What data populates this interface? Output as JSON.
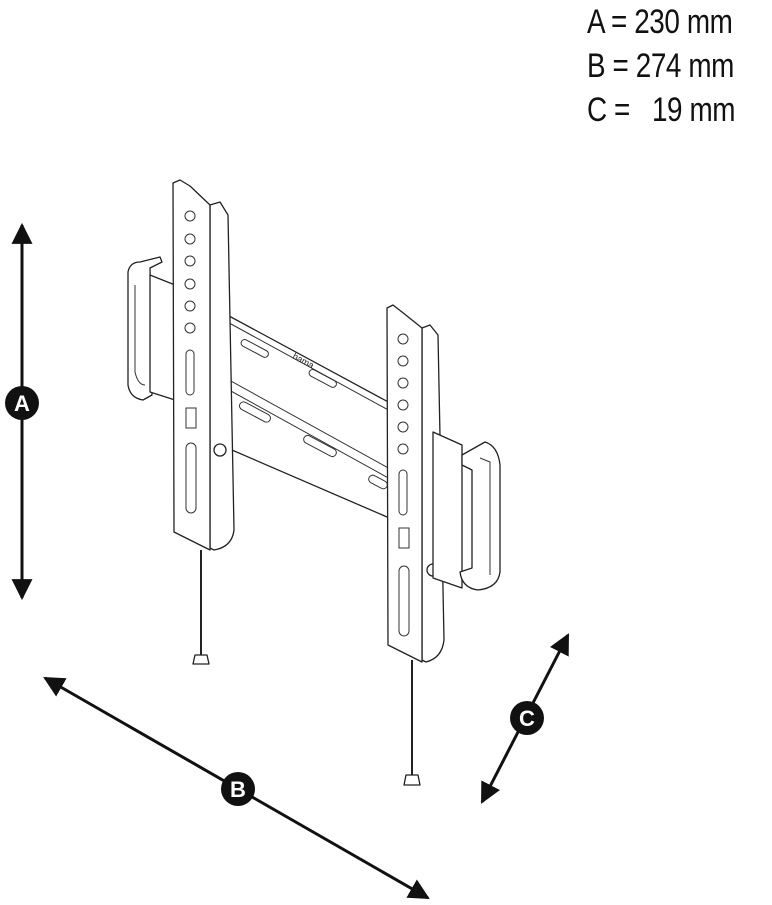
{
  "dimensions": [
    {
      "label": "A",
      "text": "A = 230 mm"
    },
    {
      "label": "B",
      "text": "B = 274 mm"
    },
    {
      "label": "C",
      "text": "C =   19 mm"
    }
  ],
  "arrow_labels": {
    "a": "A",
    "b": "B",
    "c": "C"
  },
  "product": {
    "logo_text": "hama"
  },
  "colors": {
    "line": "#222222",
    "arrow": "#111111",
    "background": "#ffffff"
  }
}
